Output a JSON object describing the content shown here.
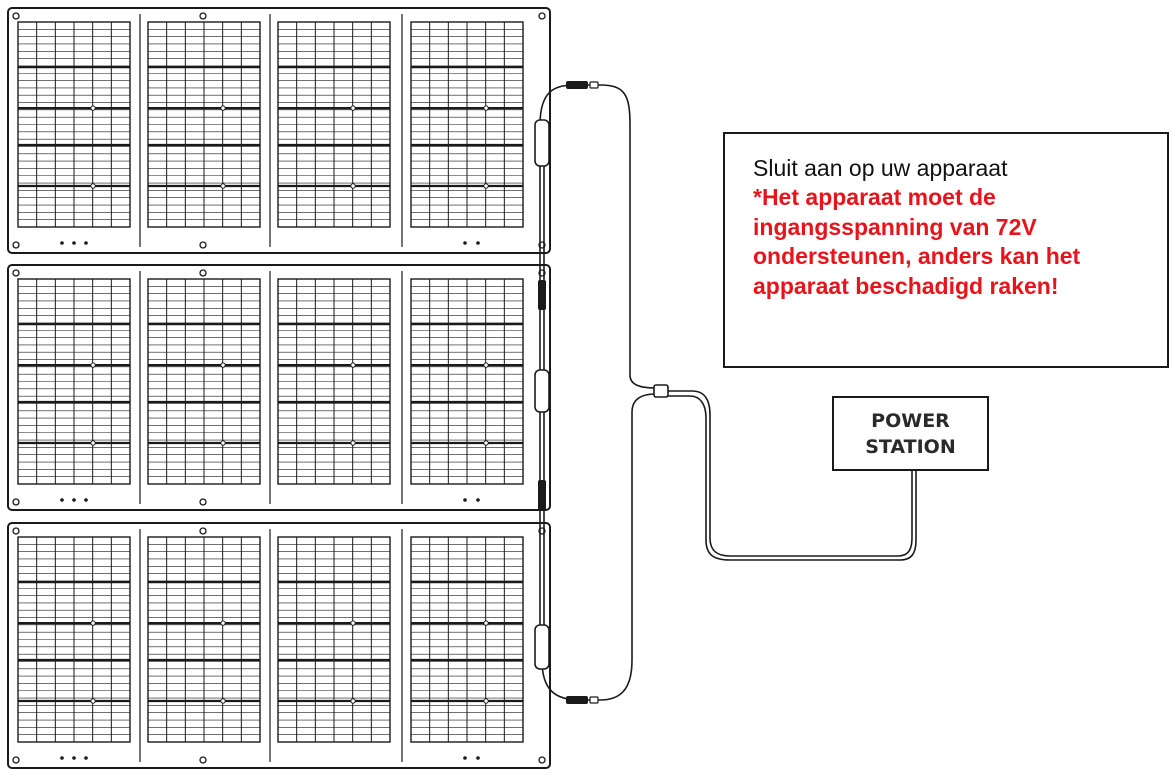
{
  "note": {
    "line1": "Sluit aan op uw apparaat",
    "warning": "*Het apparaat moet de ingangsspanning van 72V ondersteunen, anders kan het apparaat beschadigd raken!"
  },
  "device": {
    "label": "POWER STATION"
  },
  "panels": {
    "rows": 3,
    "modules_per_row": 4
  },
  "colors": {
    "line": "#1a1a1a",
    "warning_text": "#e8141b",
    "body_text": "#111111",
    "background": "#ffffff"
  }
}
